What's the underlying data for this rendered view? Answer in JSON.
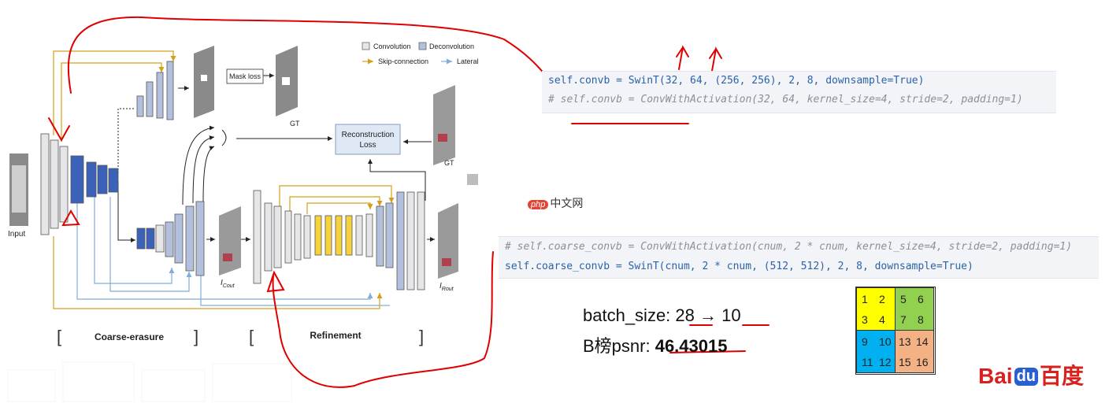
{
  "diagram": {
    "input_label": "Input",
    "legend": {
      "convolution": "Convolution",
      "deconvolution": "Deconvolution",
      "skip": "Skip-connection",
      "lateral": "Lateral"
    },
    "mask_loss": "Mask loss",
    "gt_top": "GT",
    "gt_right": "GT",
    "recon_line1": "Reconstruction",
    "recon_line2": "Loss",
    "icout": "I",
    "icout_sub": "Cout",
    "irout": "I",
    "irout_sub": "Rout",
    "coarse_label": "Coarse-erasure",
    "refine_label": "Refinement",
    "bracket_open": "[",
    "bracket_close": "]"
  },
  "code_top": {
    "line1": "self.convb = SwinT(32, 64, (256, 256), 2, 8, downsample=True)",
    "line2": "# self.convb = ConvWithActivation(32, 64, kernel_size=4, stride=2, padding=1)"
  },
  "code_bottom": {
    "line1": "# self.coarse_convb = ConvWithActivation(cnum, 2 * cnum, kernel_size=4, stride=2, padding=1)",
    "line2": "self.coarse_convb = SwinT(cnum, 2 * cnum, (512, 512), 2, 8, downsample=True)"
  },
  "watermark": {
    "badge": "php",
    "text": "中文网"
  },
  "notes": {
    "batch_prefix": "batch_size: ",
    "batch_from": "28",
    "batch_arrow": "→",
    "batch_to": "10",
    "psnr_prefix": "B榜psnr: ",
    "psnr_value": "46.43015"
  },
  "grid": {
    "q1": [
      "1",
      "2",
      "3",
      "4"
    ],
    "q2": [
      "5",
      "6",
      "7",
      "8"
    ],
    "q3": [
      "9",
      "10",
      "11",
      "12"
    ],
    "q4": [
      "13",
      "14",
      "15",
      "16"
    ],
    "colors": [
      "#ffff00",
      "#92d050",
      "#00b0f0",
      "#f4b183"
    ]
  },
  "logo": {
    "bai": "Bai",
    "du": "du",
    "cn": "百度"
  },
  "colors": {
    "annotation": "#e00000",
    "conv": "#e6e6e8",
    "deconv": "#b3c0dd",
    "dark_blue": "#3b62b8",
    "yellow": "#f5d33f",
    "skip": "#d4a017",
    "lateral": "#7faed8"
  }
}
